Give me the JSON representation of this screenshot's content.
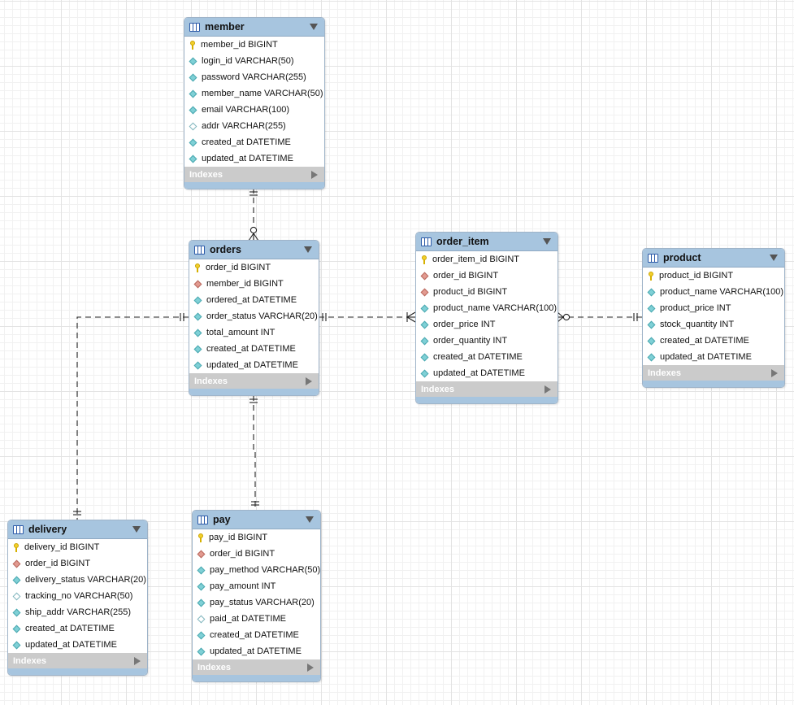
{
  "tables": {
    "member": {
      "name": "member",
      "indexes_label": "Indexes",
      "columns": [
        {
          "key": "pk",
          "text": "member_id BIGINT"
        },
        {
          "key": "nn",
          "text": "login_id VARCHAR(50)"
        },
        {
          "key": "nn",
          "text": "password VARCHAR(255)"
        },
        {
          "key": "nn",
          "text": "member_name VARCHAR(50)"
        },
        {
          "key": "nn",
          "text": "email VARCHAR(100)"
        },
        {
          "key": "null",
          "text": "addr VARCHAR(255)"
        },
        {
          "key": "nn",
          "text": "created_at DATETIME"
        },
        {
          "key": "nn",
          "text": "updated_at DATETIME"
        }
      ]
    },
    "orders": {
      "name": "orders",
      "indexes_label": "Indexes",
      "columns": [
        {
          "key": "pk",
          "text": "order_id BIGINT"
        },
        {
          "key": "fk",
          "text": "member_id BIGINT"
        },
        {
          "key": "nn",
          "text": "ordered_at DATETIME"
        },
        {
          "key": "nn",
          "text": "order_status VARCHAR(20)"
        },
        {
          "key": "nn",
          "text": "total_amount INT"
        },
        {
          "key": "nn",
          "text": "created_at DATETIME"
        },
        {
          "key": "nn",
          "text": "updated_at DATETIME"
        }
      ]
    },
    "order_item": {
      "name": "order_item",
      "indexes_label": "Indexes",
      "columns": [
        {
          "key": "pk",
          "text": "order_item_id BIGINT"
        },
        {
          "key": "fk",
          "text": "order_id BIGINT"
        },
        {
          "key": "fk",
          "text": "product_id BIGINT"
        },
        {
          "key": "nn",
          "text": "product_name VARCHAR(100)"
        },
        {
          "key": "nn",
          "text": "order_price INT"
        },
        {
          "key": "nn",
          "text": "order_quantity INT"
        },
        {
          "key": "nn",
          "text": "created_at DATETIME"
        },
        {
          "key": "nn",
          "text": "updated_at DATETIME"
        }
      ]
    },
    "product": {
      "name": "product",
      "indexes_label": "Indexes",
      "columns": [
        {
          "key": "pk",
          "text": "product_id BIGINT"
        },
        {
          "key": "nn",
          "text": "product_name VARCHAR(100)"
        },
        {
          "key": "nn",
          "text": "product_price INT"
        },
        {
          "key": "nn",
          "text": "stock_quantity INT"
        },
        {
          "key": "nn",
          "text": "created_at DATETIME"
        },
        {
          "key": "nn",
          "text": "updated_at DATETIME"
        }
      ]
    },
    "delivery": {
      "name": "delivery",
      "indexes_label": "Indexes",
      "columns": [
        {
          "key": "pk",
          "text": "delivery_id BIGINT"
        },
        {
          "key": "fk",
          "text": "order_id BIGINT"
        },
        {
          "key": "nn",
          "text": "delivery_status VARCHAR(20)"
        },
        {
          "key": "null",
          "text": "tracking_no VARCHAR(50)"
        },
        {
          "key": "nn",
          "text": "ship_addr VARCHAR(255)"
        },
        {
          "key": "nn",
          "text": "created_at DATETIME"
        },
        {
          "key": "nn",
          "text": "updated_at DATETIME"
        }
      ]
    },
    "pay": {
      "name": "pay",
      "indexes_label": "Indexes",
      "columns": [
        {
          "key": "pk",
          "text": "pay_id BIGINT"
        },
        {
          "key": "fk",
          "text": "order_id BIGINT"
        },
        {
          "key": "nn",
          "text": "pay_method VARCHAR(50)"
        },
        {
          "key": "nn",
          "text": "pay_amount INT"
        },
        {
          "key": "nn",
          "text": "pay_status VARCHAR(20)"
        },
        {
          "key": "null",
          "text": "paid_at DATETIME"
        },
        {
          "key": "nn",
          "text": "created_at DATETIME"
        },
        {
          "key": "nn",
          "text": "updated_at DATETIME"
        }
      ]
    }
  },
  "relationships": [
    {
      "from": "member",
      "to": "orders",
      "from_cardinality": "one-and-only-one",
      "to_cardinality": "zero-or-many"
    },
    {
      "from": "orders",
      "to": "order_item",
      "from_cardinality": "one-and-only-one",
      "to_cardinality": "one-or-many"
    },
    {
      "from": "product",
      "to": "order_item",
      "from_cardinality": "one-and-only-one",
      "to_cardinality": "zero-or-many"
    },
    {
      "from": "orders",
      "to": "delivery",
      "from_cardinality": "one-and-only-one",
      "to_cardinality": "one-and-only-one"
    },
    {
      "from": "orders",
      "to": "pay",
      "from_cardinality": "one-and-only-one",
      "to_cardinality": "one-and-only-one"
    }
  ],
  "colors": {
    "header": "#a7c5df",
    "indexes_bar": "#cbcbcb",
    "pk_key": "#f2cf2c",
    "fk_diamond": "#e29a90",
    "nn_diamond": "#7fd0d6",
    "line": "#222222"
  },
  "icons": {
    "table": "table-grid-icon",
    "collapse": "triangle-down-icon",
    "indexes_expand": "triangle-right-icon",
    "primary_key": "key-icon",
    "column": "diamond-icon"
  }
}
